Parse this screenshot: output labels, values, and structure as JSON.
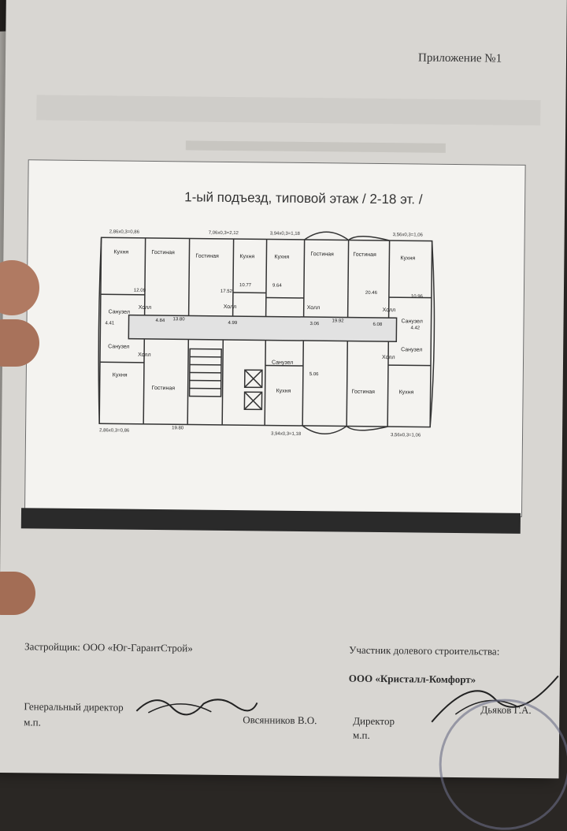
{
  "header": {
    "appendix": "Приложение №1"
  },
  "plan": {
    "title": "1-ый подъезд, типовой этаж / 2-18 эт. /",
    "dims_top": [
      "2,86х0,3=0,86",
      "7,06х0,3=2,12",
      "3,94х0,3=1,18",
      "3,56х0,3=1,06"
    ],
    "dims_bottom": [
      "2,86х0,3=0,86",
      "3,94х0,3=1,18",
      "3,56х0,3=1,06"
    ],
    "rooms": {
      "kitchen": "Кухня",
      "living": "Гостиная",
      "hall": "Холл",
      "bath": "Санузел",
      "bath2": "Санузел"
    },
    "areas": [
      "12.09",
      "13.80",
      "17.52",
      "10.77",
      "9.64",
      "19.92",
      "20.46",
      "10.96",
      "4.84",
      "4.99",
      "3.06",
      "6.08",
      "4.41",
      "4.42",
      "5.06",
      "19.80"
    ]
  },
  "footer": {
    "developer": "Застройщик: ООО «Юг-ГарантСтрой»",
    "participant": "Участник долевого строительства:",
    "participant_org": "ООО «Кристалл-Комфорт»",
    "gen_director": "Генеральный директор",
    "gen_director_name": "Овсянников В.О.",
    "director": "Директор",
    "director_name": "Дьяков Г.А.",
    "mp_left": "м.п.",
    "mp_right": "м.п."
  }
}
